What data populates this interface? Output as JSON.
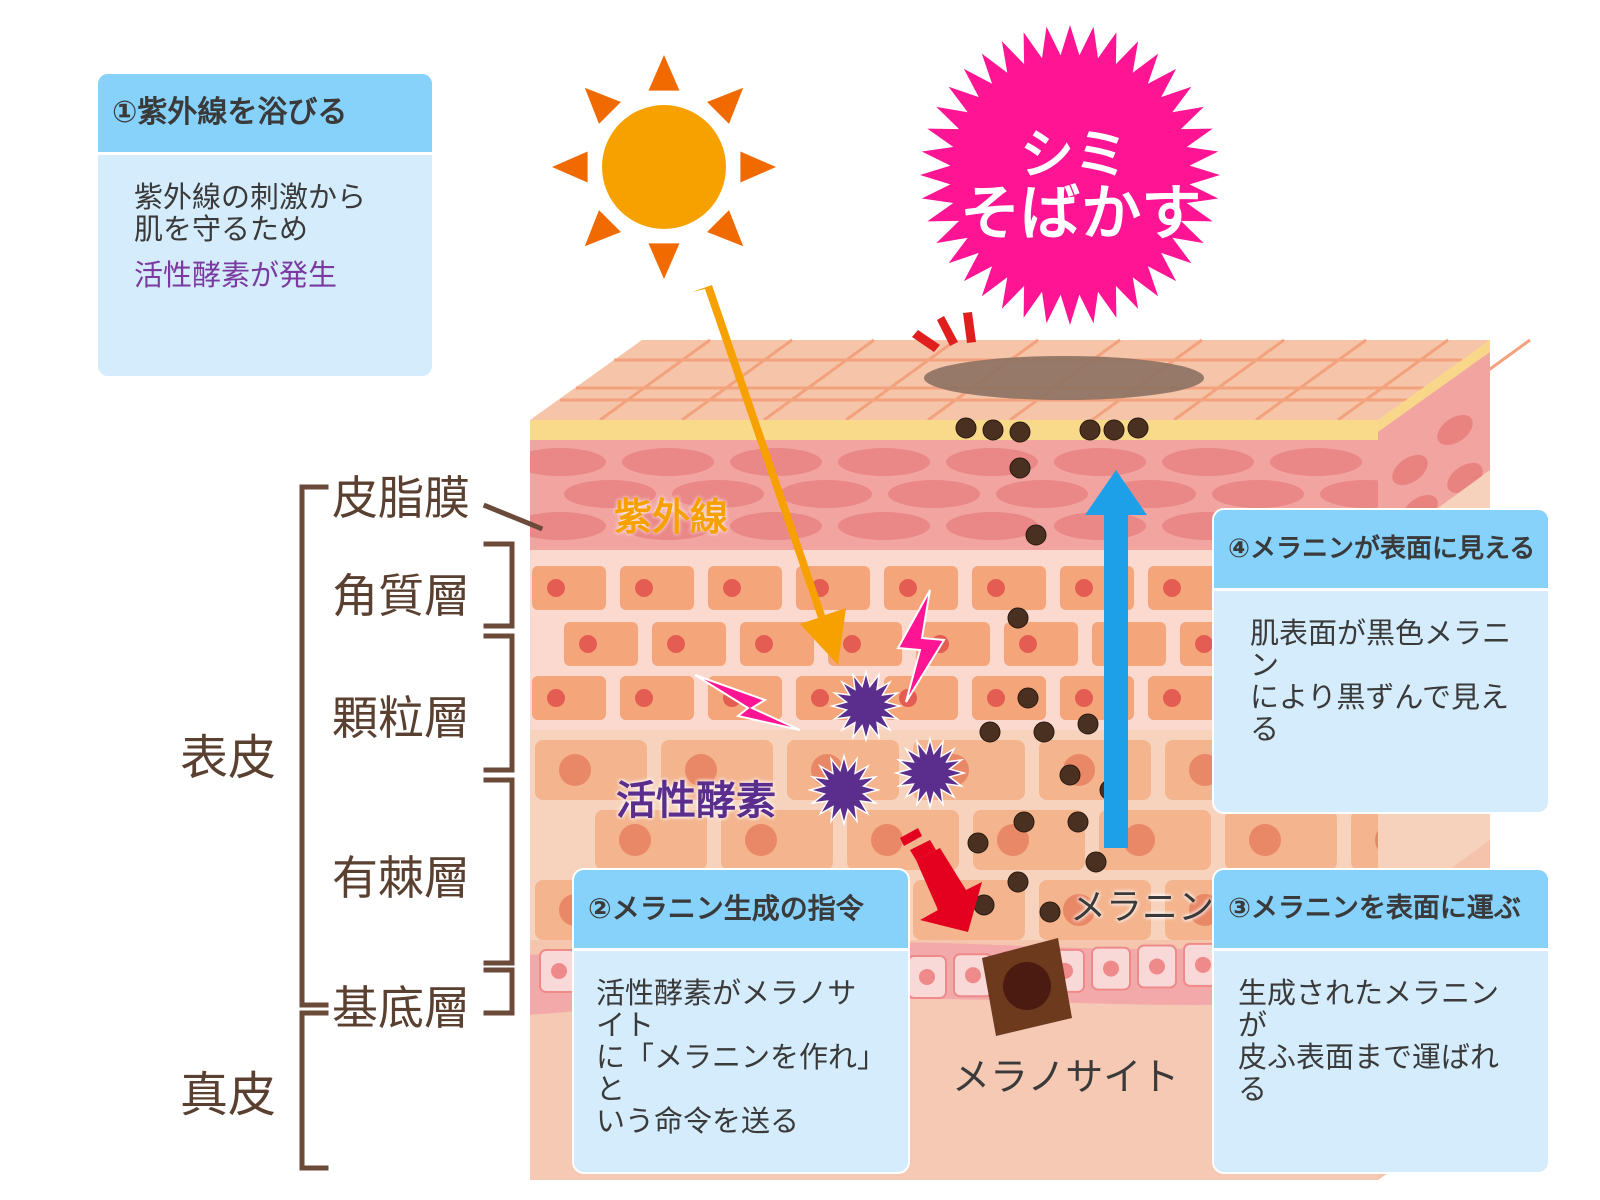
{
  "boxes": {
    "step1": {
      "title": "①紫外線を浴びる",
      "line1": "紫外線の刺激から",
      "line2": "肌を守るため",
      "line3": "活性酵素が発生"
    },
    "step2": {
      "title": "②メラニン生成の指令",
      "line1": "活性酵素がメラノサイト",
      "line2": "に「メラニンを作れ」と",
      "line3": "いう命令を送る"
    },
    "step3": {
      "title": "③メラニンを表面に運ぶ",
      "line1": "生成されたメラニンが",
      "line2": "皮ふ表面まで運ばれる"
    },
    "step4": {
      "title": "④メラニンが表面に見える",
      "line1": "肌表面が黒色メラニン",
      "line2": "により黒ずんで見える"
    }
  },
  "burst": {
    "line1": "シミ",
    "line2": "そばかす"
  },
  "layers": {
    "sebum": "皮脂膜",
    "stratum_corneum": "角質層",
    "granular": "顆粒層",
    "spinous": "有棘層",
    "basal": "基底層",
    "epidermis": "表皮",
    "dermis": "真皮"
  },
  "labels": {
    "uv": "紫外線",
    "ros": "活性酵素",
    "melanin": "メラニン",
    "melanocyte": "メラノサイト"
  },
  "colors": {
    "box_head": "#86d2fb",
    "box_body": "#d4ecfb",
    "burst": "#ff1493",
    "sun": "#f7a100",
    "sun_rays": "#f06a00",
    "uv_arrow": "#f7a100",
    "up_arrow": "#1ea0e8",
    "ros": "#5b2d8c",
    "bracket": "#6b4a3a"
  }
}
